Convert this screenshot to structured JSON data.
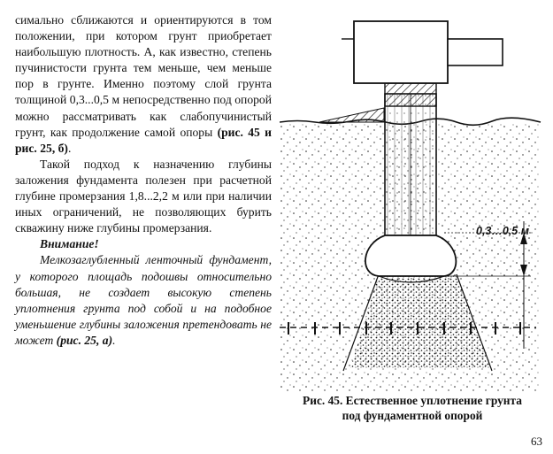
{
  "body_text": {
    "p1": "симально сближаются и ориентируются в том положении, при котором грунт приобретает наибольшую плотность. А, как известно, степень пучинистости грунта тем меньше, чем меньше пор в грунте. Именно поэтому слой грунта толщиной 0,3...0,5 м непосредственно под опорой можно рассматривать как слабопучинистый грунт, как продолжение самой опоры ",
    "p1_ref": "(рис. 45 и рис. 25, б)",
    "p1_end": ".",
    "p2": "Такой подход к назначению глубины заложения фундамента полезен при расчетной глубине промерзания 1,8...2,2 м или при наличии иных ограничений, не позволяющих бурить скважину ниже глубины промерзания.",
    "warning": "Внимание!",
    "note": "Мелкозаглубленный ленточный фундамент, у которого площадь подошвы относительно большая, не создает высокую степень уплотнения грунта под собой и на подобное уменьшение глубины заложения претендовать не может ",
    "note_ref": "(рис. 25, а)",
    "note_end": "."
  },
  "figure": {
    "dimension_label": "0,3…0,5 м",
    "caption_line1": "Рис. 45. Естественное уплотнение грунта",
    "caption_line2": "под фундаментной опорой"
  },
  "page_number": "63"
}
